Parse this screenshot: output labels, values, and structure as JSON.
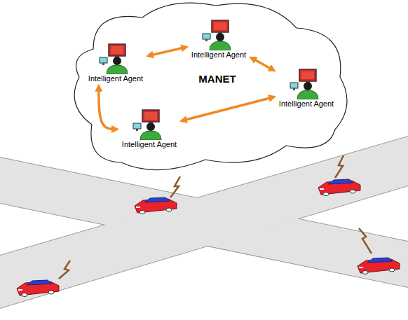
{
  "diagram": {
    "nodes": [
      {
        "text": [
          "MANET"
        ]
      },
      {
        "text": [
          "Intelligent Agent"
        ],
        "in": 0
      },
      {
        "text": [
          "Intelligent Agent"
        ],
        "in": 0
      },
      {
        "text": [
          "Intelligent Agent"
        ],
        "in": 0
      },
      {
        "text": [
          "Intelligent Agent"
        ],
        "in": 0
      }
    ],
    "edges": [
      {
        "from": 2,
        "to": 1,
        "arrow": "both"
      },
      {
        "from": 1,
        "to": 3,
        "arrow": "both"
      },
      {
        "from": 3,
        "to": 4,
        "arrow": "both"
      },
      {
        "from": 4,
        "to": 2,
        "arrow": "both"
      }
    ]
  }
}
